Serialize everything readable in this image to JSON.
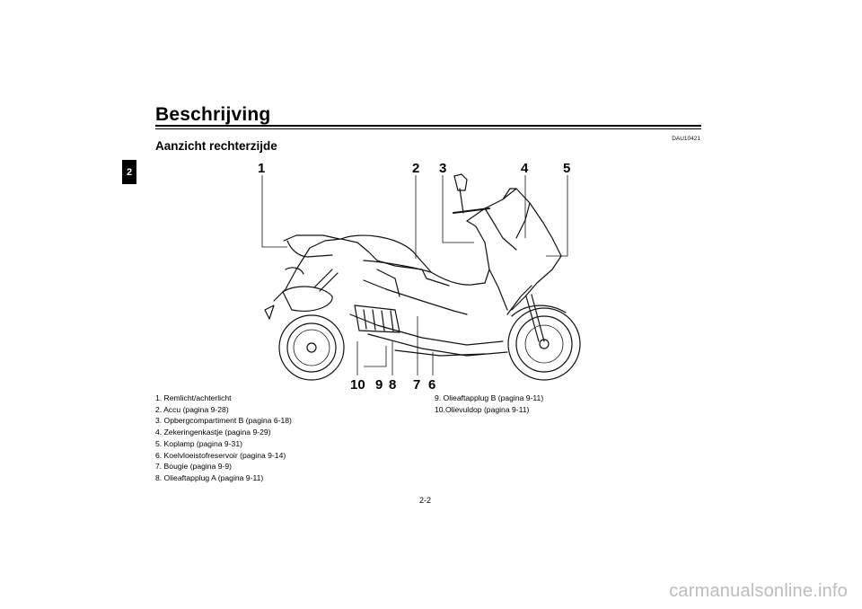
{
  "header": {
    "title": "Beschrijving",
    "chapter_tab": "2"
  },
  "section": {
    "title": "Aanzicht rechterzijde",
    "code": "DAU10421"
  },
  "figure": {
    "callouts_top": [
      "1",
      "2",
      "3",
      "4",
      "5"
    ],
    "callouts_bottom": [
      "10",
      "9",
      "8",
      "7",
      "6"
    ]
  },
  "legend": {
    "col1": [
      "1.  Remlicht/achterlicht",
      "2.  Accu (pagina 9-28)",
      "3.  Opbergcompartiment B (pagina 6-18)",
      "4.  Zekeringenkastje (pagina 9-29)",
      "5.  Koplamp (pagina 9-31)",
      "6.  Koelvloeistofreservoir (pagina 9-14)",
      "7.  Bougie (pagina 9-9)",
      "8.  Olieaftapplug A (pagina 9-11)"
    ],
    "col2": [
      "9.  Olieaftapplug B (pagina 9-11)",
      "10.Olievuldop (pagina 9-11)"
    ]
  },
  "footer": {
    "page_number": "2-2",
    "watermark": "carmanualsonline.info"
  }
}
